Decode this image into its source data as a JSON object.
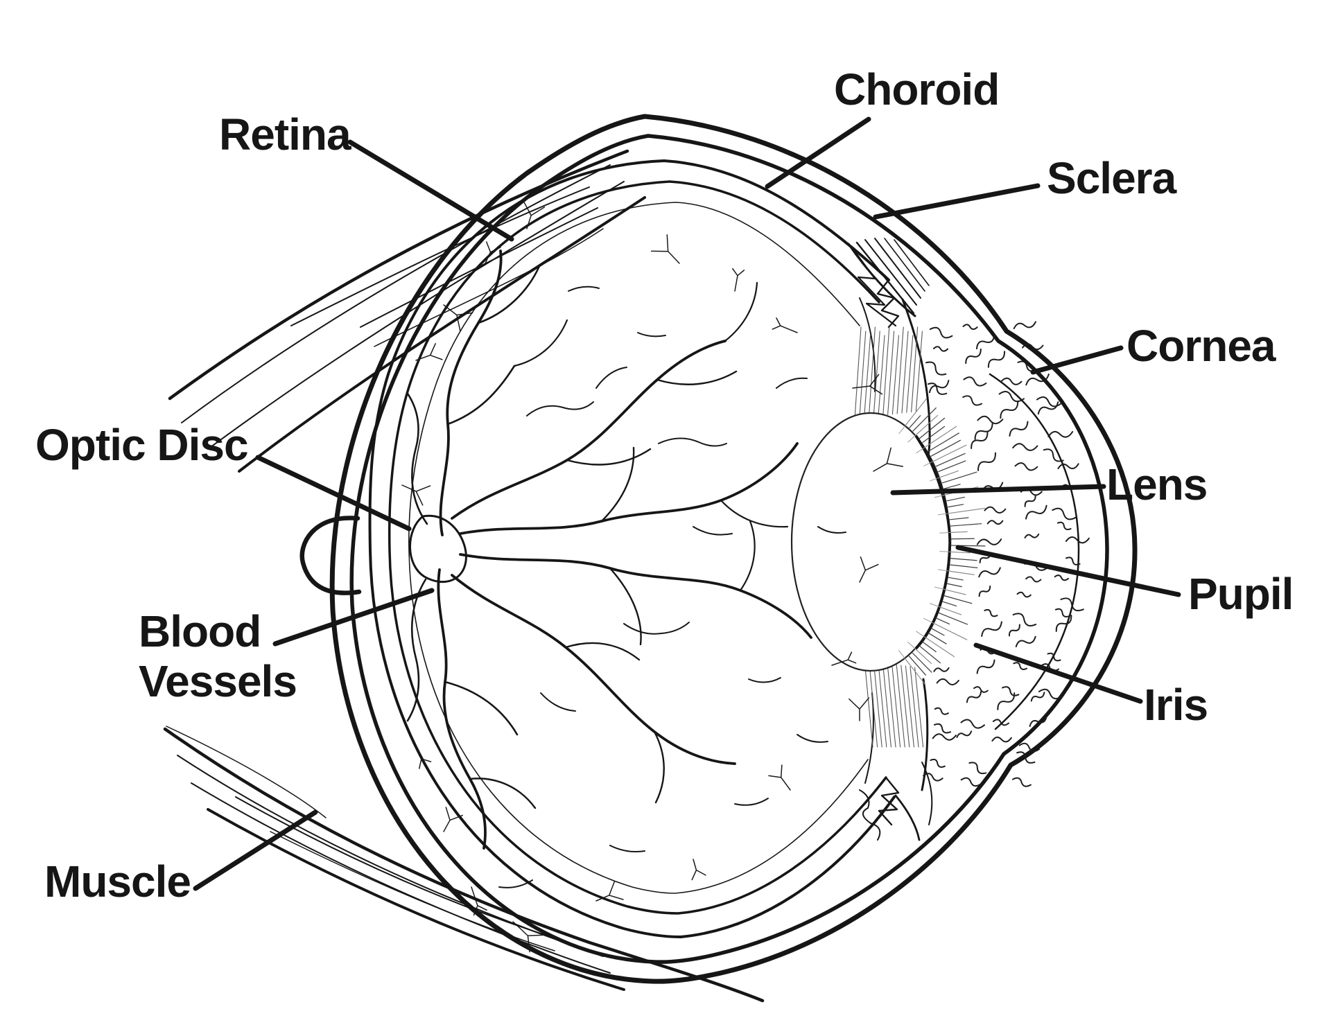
{
  "diagram": {
    "subject": "Human eye cross-section",
    "labels": {
      "retina": {
        "text": "Retina"
      },
      "choroid": {
        "text": "Choroid"
      },
      "sclera": {
        "text": "Sclera"
      },
      "cornea": {
        "text": "Cornea"
      },
      "lens": {
        "text": "Lens"
      },
      "pupil": {
        "text": "Pupil"
      },
      "iris": {
        "text": "Iris"
      },
      "optic_disc": {
        "text": "Optic Disc"
      },
      "blood_vessels": {
        "line1": "Blood",
        "line2": "Vessels"
      },
      "muscle": {
        "text": "Muscle"
      }
    },
    "colors": {
      "ink": "#161616",
      "background": "#ffffff"
    }
  }
}
